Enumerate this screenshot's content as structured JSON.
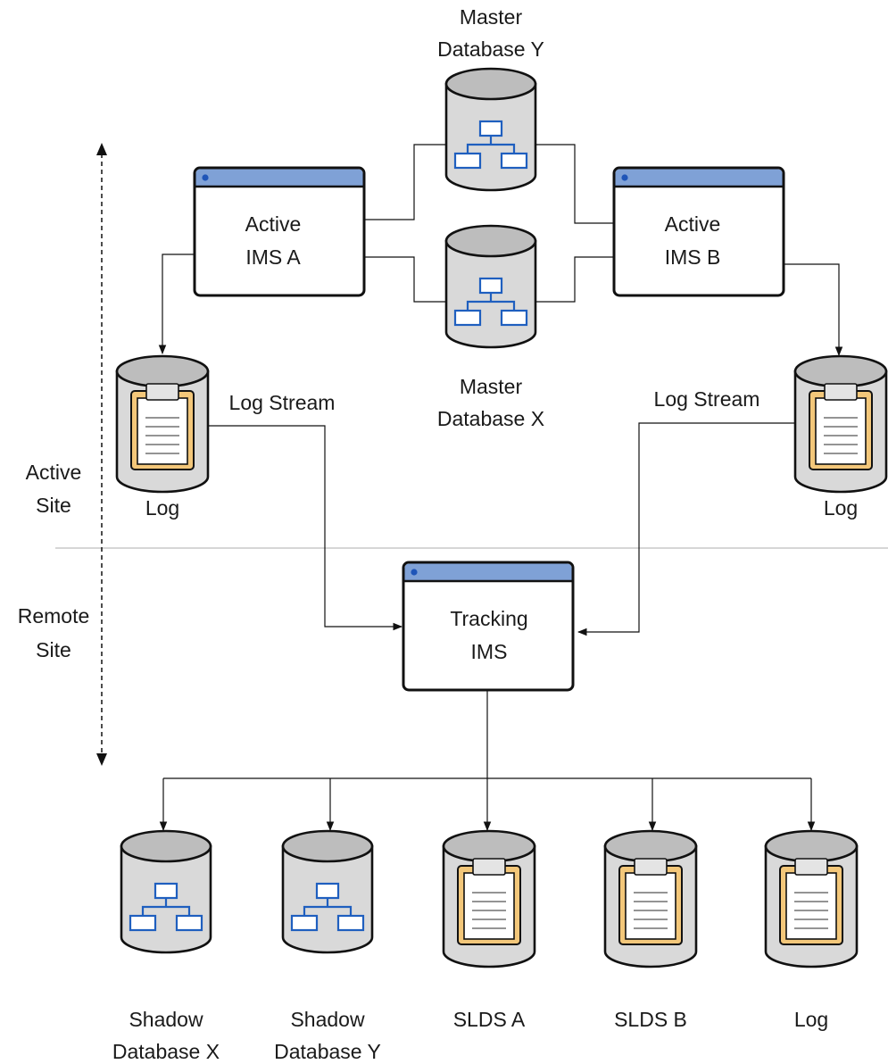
{
  "diagram": {
    "colors": {
      "window_title_bar": "#7fa1d6",
      "window_dot": "#1f55b8",
      "cylinder_fill": "#d9d9d9",
      "cylinder_top": "#bdbdbd",
      "icon_blue": "#1f5fbf",
      "clipboard_back": "#f3c77a",
      "line": "#111111",
      "divider": "#c8c8c8"
    },
    "nodes": {
      "master_db_y": {
        "lines": [
          "Master",
          "Database Y"
        ],
        "icon": "database-hierarchy-icon"
      },
      "master_db_x": {
        "lines": [
          "Master",
          "Database X"
        ],
        "icon": "database-hierarchy-icon"
      },
      "active_ims_a": {
        "lines": [
          "Active",
          "IMS A"
        ],
        "icon": "window-icon"
      },
      "active_ims_b": {
        "lines": [
          "Active",
          "IMS B"
        ],
        "icon": "window-icon"
      },
      "log_a": {
        "lines": [
          "Log"
        ],
        "icon": "clipboard-log-icon"
      },
      "log_b": {
        "lines": [
          "Log"
        ],
        "icon": "clipboard-log-icon"
      },
      "tracking_ims": {
        "lines": [
          "Tracking",
          "IMS"
        ],
        "icon": "window-icon"
      },
      "shadow_db_x": {
        "lines": [
          "Shadow",
          "Database X"
        ],
        "icon": "database-hierarchy-icon"
      },
      "shadow_db_y": {
        "lines": [
          "Shadow",
          "Database Y"
        ],
        "icon": "database-hierarchy-icon"
      },
      "slds_a": {
        "lines": [
          "SLDS A"
        ],
        "icon": "clipboard-log-icon"
      },
      "slds_b": {
        "lines": [
          "SLDS B"
        ],
        "icon": "clipboard-log-icon"
      },
      "log_remote": {
        "lines": [
          "Log"
        ],
        "icon": "clipboard-log-icon"
      }
    },
    "edge_labels": {
      "log_stream_a": "Log Stream",
      "log_stream_b": "Log Stream"
    },
    "sites": {
      "active": [
        "Active",
        "Site"
      ],
      "remote": [
        "Remote",
        "Site"
      ]
    }
  }
}
